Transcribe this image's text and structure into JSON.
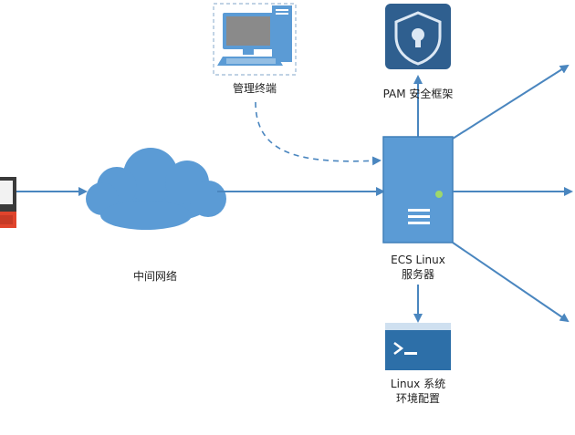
{
  "nodes": {
    "admin_terminal": {
      "label": "管理终端"
    },
    "pam": {
      "label": "PAM 安全框架"
    },
    "network": {
      "label": "中间网络"
    },
    "server": {
      "label_line1": "ECS Linux",
      "label_line2": "服务器"
    },
    "env": {
      "label_line1": "Linux 系统",
      "label_line2": "环境配置"
    }
  },
  "colors": {
    "arrow": "#4a86bf",
    "server_fill": "#5b9bd5",
    "server_border": "#3f7fb8",
    "cloud": "#5b9bd5",
    "pam_tile": "#2f5f8f",
    "terminal_tile": "#2d6fa8",
    "status_dot": "#9ed86b"
  }
}
